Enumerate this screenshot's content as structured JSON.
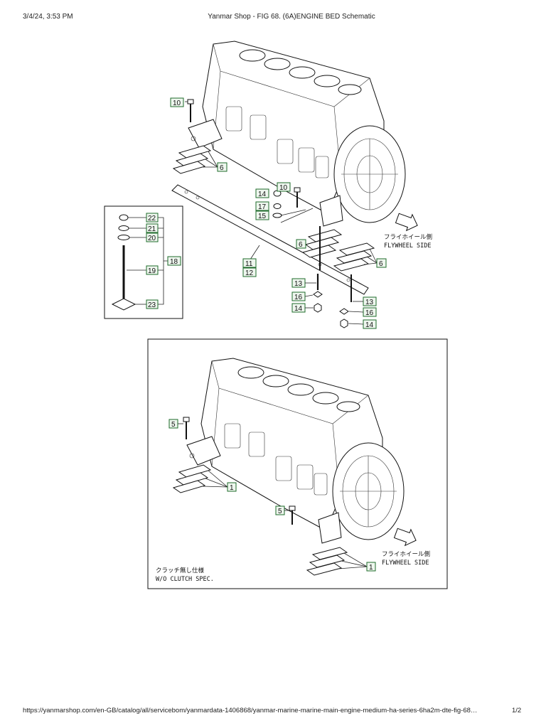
{
  "browser": {
    "timestamp": "3/4/24, 3:53 PM",
    "page_title": "Yanmar Shop - FIG 68. (6A)ENGINE BED Schematic",
    "url": "https://yanmarshop.com/en-GB/catalog/all/servicebom/yanmardata-1406868/yanmar-marine-marine-main-engine-medium-ha-series-6ha2m-dte-fig-68…",
    "page_count": "1/2"
  },
  "top_diagram": {
    "callouts": [
      "10",
      "6",
      "14",
      "10",
      "17",
      "15",
      "6",
      "6",
      "11",
      "12",
      "13",
      "16",
      "14",
      "13",
      "16",
      "14"
    ],
    "inset_callouts": [
      "22",
      "21",
      "20",
      "19",
      "23",
      "18"
    ],
    "side_jp": "フライホイール側",
    "side_en": "FLYWHEEL SIDE"
  },
  "bottom_diagram": {
    "callouts": [
      "5",
      "1",
      "5",
      "1"
    ],
    "side_jp": "フライホイール側",
    "side_en": "FLYWHEEL SIDE",
    "spec_jp": "クラッチ無し仕様",
    "spec_en": "W/O CLUTCH SPEC."
  }
}
